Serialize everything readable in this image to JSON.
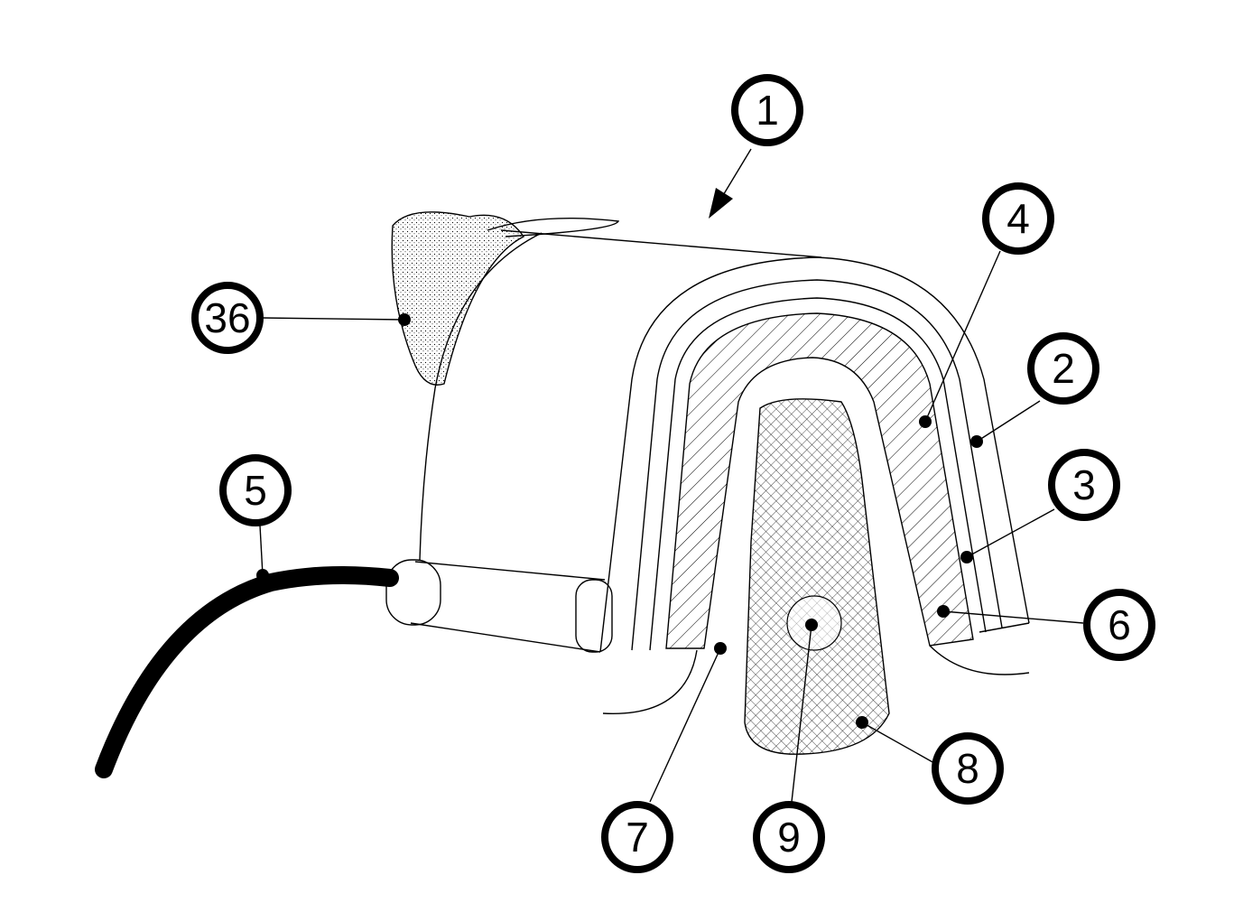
{
  "figure": {
    "callouts": {
      "c1": "1",
      "c2": "2",
      "c3": "3",
      "c4": "4",
      "c5": "5",
      "c6": "6",
      "c7": "7",
      "c8": "8",
      "c9": "9",
      "c36": "36"
    }
  }
}
